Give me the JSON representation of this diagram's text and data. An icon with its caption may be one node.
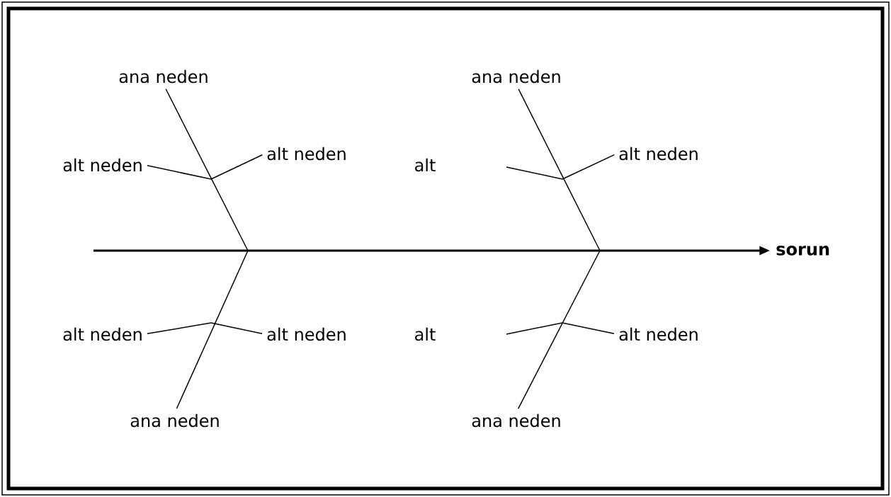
{
  "diagram": {
    "nodes": [
      {
        "text": [
          "ana neden"
        ]
      },
      {
        "text": [
          "ana neden"
        ]
      },
      {
        "text": [
          "alt neden"
        ]
      },
      {
        "text": [
          "alt neden"
        ]
      },
      {
        "text": [
          "alt neden"
        ]
      },
      {
        "text": [
          "sorun"
        ]
      },
      {
        "text": [
          "alt neden"
        ]
      },
      {
        "text": [
          "alt neden"
        ]
      },
      {
        "text": [
          "alt neden"
        ]
      },
      {
        "text": [
          "ana neden"
        ]
      },
      {
        "text": [
          "ana neden"
        ]
      }
    ],
    "edges": [
      {
        "from": null,
        "to": 5,
        "arrow": "to"
      },
      {
        "from": 0,
        "to": null,
        "arrow": "none"
      },
      {
        "from": 1,
        "to": null,
        "arrow": "none"
      },
      {
        "from": 2,
        "to": null,
        "arrow": "none"
      },
      {
        "from": 3,
        "to": null,
        "arrow": "none"
      },
      {
        "from": 4,
        "to": null,
        "arrow": "none"
      },
      {
        "from": 6,
        "to": null,
        "arrow": "none"
      },
      {
        "from": 7,
        "to": null,
        "arrow": "none"
      },
      {
        "from": 8,
        "to": null,
        "arrow": "none"
      },
      {
        "from": 9,
        "to": null,
        "arrow": "none"
      },
      {
        "from": 10,
        "to": null,
        "arrow": "none"
      }
    ],
    "labels": [
      "alt",
      "alt"
    ]
  }
}
